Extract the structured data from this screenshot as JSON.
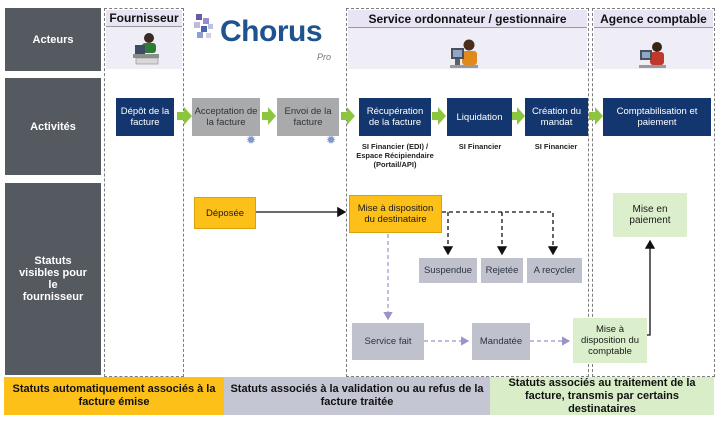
{
  "rows": {
    "actors": "Acteurs",
    "activities": "Activités",
    "statuses": "Statuts visibles pour le fournisseur"
  },
  "columns": {
    "supplier": "Fournisseur",
    "platform_logo": "Chorus",
    "platform_logo_sub": "Pro",
    "ordering_service": "Service ordonnateur / gestionnaire",
    "accounting_agency": "Agence comptable"
  },
  "activities": {
    "deposit": "Dépôt de la facture",
    "acceptance": "Acceptation de la facture",
    "sending": "Envoi de la facture",
    "retrieval": "Récupération de la facture",
    "liquidation": "Liquidation",
    "mandate_creation": "Création du mandat",
    "accounting": "Comptabilisation et paiement"
  },
  "systems": {
    "retrieval": "SI Financier (EDI) / Espace Récipiendaire (Portail/API)",
    "liquidation": "SI Financier",
    "mandate": "SI Financier"
  },
  "statuses": {
    "deposited": "Déposée",
    "available_recipient": "Mise à disposition du destinataire",
    "suspended": "Suspendue",
    "rejected": "Rejetée",
    "to_recycle": "A recycler",
    "service_done": "Service fait",
    "mandated": "Mandatée",
    "available_accountant": "Mise à disposition du comptable",
    "payment": "Mise en paiement"
  },
  "legend": {
    "automatic": "Statuts automatiquement associés à la facture émise",
    "validation": "Statuts associés à la validation ou au refus de la facture traitée",
    "treatment": "Statuts associés au traitement de la facture, transmis par certains destinataires"
  },
  "colors": {
    "row_header": "#555960",
    "activity_blue": "#14366e",
    "activity_grey": "#a9aaab",
    "arrow_green": "#8cc63e",
    "status_orange": "#fcc018",
    "status_lavender": "#bfc2cd",
    "status_green": "#dcefcc",
    "logo_blue": "#1f5390"
  },
  "icons": {
    "actor": "person-at-computer-icon",
    "gear": "gear-icon",
    "logo": "chorus-pro-logo"
  }
}
